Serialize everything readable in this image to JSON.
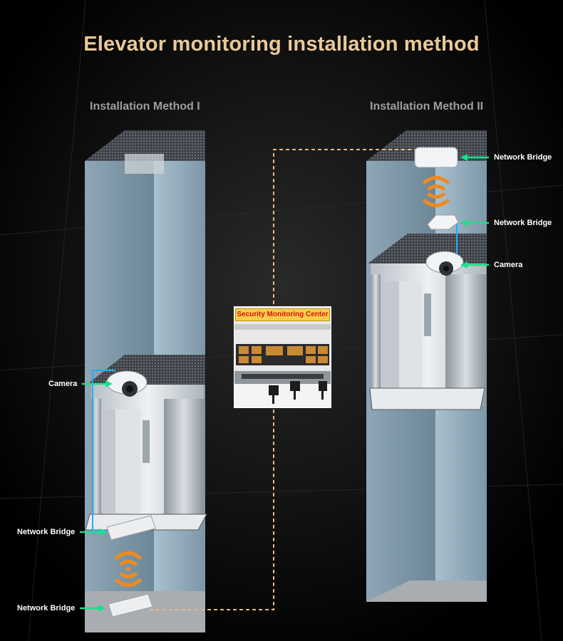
{
  "title": "Elevator monitoring installation method",
  "method_1": {
    "heading": "Installation Method I",
    "labels": {
      "camera": "Camera",
      "network_bridge_car": "Network Bridge",
      "network_bridge_pit": "Network Bridge"
    }
  },
  "method_2": {
    "heading": "Installation Method II",
    "labels": {
      "network_bridge_top": "Network Bridge",
      "network_bridge_car": "Network Bridge",
      "camera": "Camera"
    }
  },
  "center": {
    "title": "Security Monitoring Center"
  },
  "colors": {
    "title": "#e9c99a",
    "heading": "#9d9d9d",
    "arrow": "#19e08a",
    "wifi": "#f08a1e",
    "cable": "#2aa7ff",
    "dashed_link": "#e3b98a",
    "center_banner": "#f6cf49",
    "center_banner_text": "#d9140f"
  },
  "icons": [
    "camera-icon",
    "network-bridge-icon",
    "wifi-signal-icon",
    "monitor-wall-icon"
  ]
}
